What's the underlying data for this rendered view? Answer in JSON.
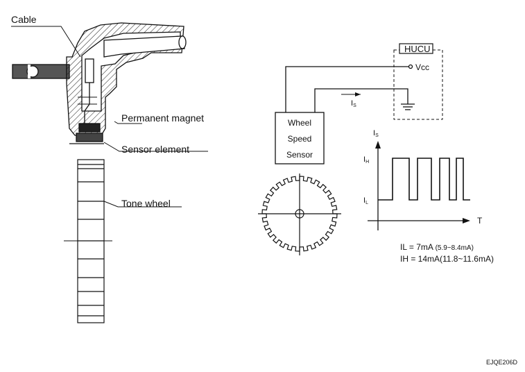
{
  "sensor_labels": {
    "cable": "Cable",
    "permanent_magnet": "Permanent magnet",
    "sensor_element": "Sensor element",
    "tone_wheel": "Tone wheel"
  },
  "circuit": {
    "hucu": "HUCU",
    "vcc": "Vcc",
    "current_symbol": "I",
    "current_subscript": "S",
    "sensor_box": [
      "Wheel",
      "Speed",
      "Sensor"
    ]
  },
  "waveform": {
    "y_axis_symbol": "I",
    "y_axis_subscript": "S",
    "high_symbol": "I",
    "high_subscript": "H",
    "low_symbol": "I",
    "low_subscript": "L",
    "x_axis": "T"
  },
  "specs": {
    "il_main": "IL = 7mA",
    "il_range": "(5.9~8.4mA)",
    "ih": "IH = 14mA(11.8~11.6mA)"
  },
  "figure_code": "EJQE206D"
}
